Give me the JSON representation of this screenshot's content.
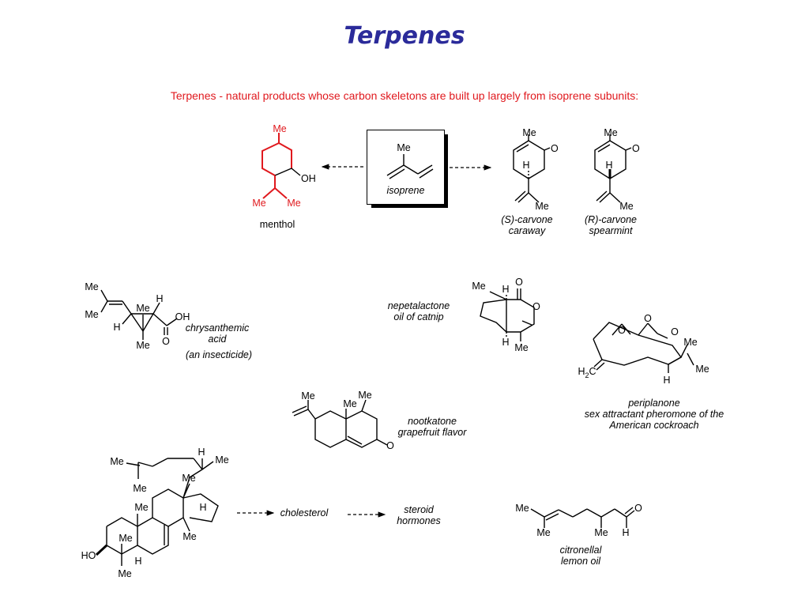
{
  "title": "Terpenes",
  "subtitle": "Terpenes - natural products whose carbon skeletons are built up largely from isoprene subunits:",
  "colors": {
    "title": "#2b2b9a",
    "subtitle": "#e0191e",
    "highlight": "#e0191e"
  },
  "atoms": {
    "me": "Me",
    "oh": "OH",
    "ho": "HO",
    "o": "O",
    "h": "H",
    "h2c": "H2C"
  },
  "compounds": {
    "isoprene": {
      "name": "isoprene"
    },
    "menthol": {
      "name": "menthol"
    },
    "s_carvone": {
      "name": "(S)-carvone",
      "source": "caraway"
    },
    "r_carvone": {
      "name": "(R)-carvone",
      "source": "spearmint"
    },
    "chrysanthemic": {
      "name_line1": "chrysanthemic",
      "name_line2": "acid",
      "use": "(an insecticide)"
    },
    "nepetalactone": {
      "name": "nepetalactone",
      "source": "oil of catnip"
    },
    "periplanone": {
      "name": "periplanone",
      "desc1": "sex attractant pheromone of the",
      "desc2": "American cockroach"
    },
    "nootkatone": {
      "name": "nootkatone",
      "source": "grapefruit flavor"
    },
    "cholesterol": {
      "name": "cholesterol"
    },
    "steroid": {
      "line1": "steroid",
      "line2": "hormones"
    },
    "citronellal": {
      "name": "citronellal",
      "source": "lemon oil"
    }
  }
}
